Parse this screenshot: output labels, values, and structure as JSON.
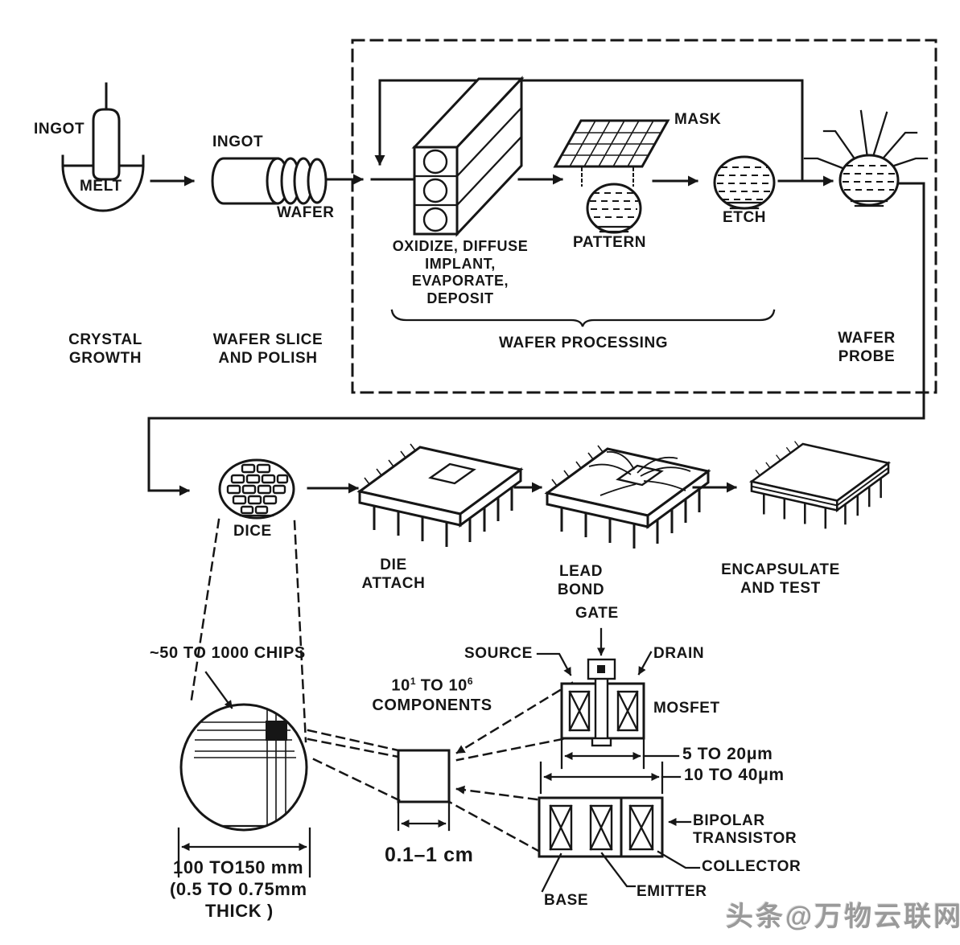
{
  "page": {
    "background": "#ffffff",
    "ink": "#161616",
    "watermark_color": "#9a9a9a"
  },
  "flow_row1": {
    "crystal_growth": {
      "ingot_label": "INGOT",
      "melt_label": "MELT",
      "caption": [
        "CRYSTAL",
        "GROWTH"
      ]
    },
    "slice": {
      "ingot_label": "INGOT",
      "wafer_label": "WAFER",
      "caption": [
        "WAFER SLICE",
        "AND POLISH"
      ]
    },
    "processing_box": {
      "furnace_caption": [
        "OXIDIZE, DIFFUSE",
        "IMPLANT,",
        "EVAPORATE,",
        "DEPOSIT"
      ],
      "mask_label": "MASK",
      "pattern_label": "PATTERN",
      "etch_label": "ETCH",
      "brace_caption": "WAFER PROCESSING"
    },
    "probe": {
      "caption": [
        "WAFER",
        "PROBE"
      ]
    }
  },
  "flow_row2": {
    "dice_label": "DICE",
    "die_attach_caption": [
      "DIE",
      "ATTACH"
    ],
    "lead_bond_caption": [
      "LEAD",
      "BOND"
    ],
    "encapsulate_caption": [
      "ENCAPSULATE",
      "AND TEST"
    ]
  },
  "detail": {
    "chips_note": "~50 TO 1000 CHIPS",
    "components_note": {
      "base": "10",
      "exp_low": "1",
      "middle": " TO 10",
      "exp_high": "6",
      "line2": "COMPONENTS"
    },
    "wafer_dimension": [
      "100 TO150 mm",
      "(0.5 TO 0.75mm",
      "THICK )"
    ],
    "chip_dimension": "0.1–1 cm",
    "mosfet": {
      "gate": "GATE",
      "source": "SOURCE",
      "drain": "DRAIN",
      "name": "MOSFET",
      "width": "5 TO 20μm"
    },
    "bipolar": {
      "width": "10 TO 40μm",
      "name": [
        "BIPOLAR",
        "TRANSISTOR"
      ],
      "collector": "COLLECTOR",
      "emitter": "EMITTER",
      "base": "BASE"
    }
  },
  "watermark": "头条@万物云联网"
}
